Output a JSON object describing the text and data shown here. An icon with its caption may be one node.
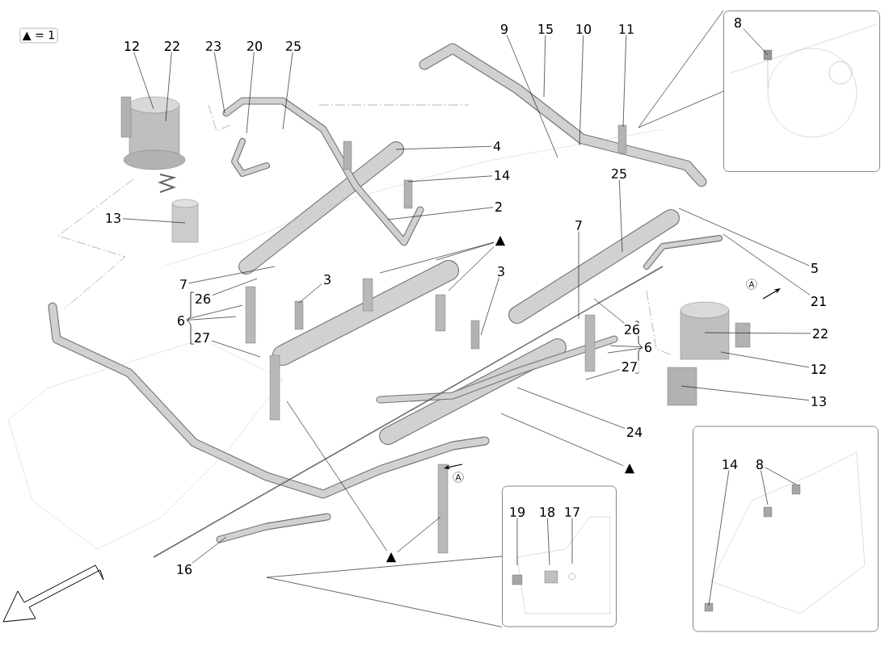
{
  "diagram": {
    "nodes": [
      {
        "text": [
          "▲ = 1"
        ]
      },
      {
        "text": [
          "12"
        ]
      },
      {
        "text": [
          "22"
        ]
      },
      {
        "text": [
          "23"
        ]
      },
      {
        "text": [
          "20"
        ]
      },
      {
        "text": [
          "25"
        ]
      },
      {
        "text": [
          "9"
        ]
      },
      {
        "text": [
          "15"
        ]
      },
      {
        "text": [
          "10"
        ]
      },
      {
        "text": [
          "11"
        ]
      },
      {
        "text": [],
        "shape": "box"
      },
      {
        "text": [
          "8"
        ],
        "in": 10
      },
      {
        "text": [
          "4"
        ]
      },
      {
        "text": [
          "14"
        ]
      },
      {
        "text": [
          "2"
        ]
      },
      {
        "text": [
          "▲"
        ]
      },
      {
        "text": [
          "13"
        ]
      },
      {
        "text": [
          "7"
        ]
      },
      {
        "text": [
          "26"
        ]
      },
      {
        "text": [
          "6"
        ]
      },
      {
        "text": [
          "27"
        ]
      },
      {
        "text": [
          "3"
        ]
      },
      {
        "text": [
          "25"
        ]
      },
      {
        "text": [
          "7"
        ]
      },
      {
        "text": [
          "3"
        ]
      },
      {
        "text": [
          "5"
        ]
      },
      {
        "text": [
          "21"
        ]
      },
      {
        "text": [
          "A"
        ]
      },
      {
        "text": [
          "26"
        ]
      },
      {
        "text": [
          "6"
        ]
      },
      {
        "text": [
          "27"
        ]
      },
      {
        "text": [
          "22"
        ]
      },
      {
        "text": [
          "12"
        ]
      },
      {
        "text": [
          "13"
        ]
      },
      {
        "text": [
          "24"
        ]
      },
      {
        "text": [
          "▲"
        ]
      },
      {
        "text": [
          "▲"
        ]
      },
      {
        "text": [
          "A"
        ]
      },
      {
        "text": [
          "16"
        ]
      },
      {
        "text": [],
        "shape": "box"
      },
      {
        "text": [
          "19"
        ],
        "in": 39
      },
      {
        "text": [
          "18"
        ],
        "in": 39
      },
      {
        "text": [
          "17"
        ],
        "in": 39
      },
      {
        "text": [],
        "shape": "box"
      },
      {
        "text": [
          "14"
        ],
        "in": 43
      },
      {
        "text": [
          "8"
        ],
        "in": 43
      }
    ],
    "edges": [
      {
        "from": 1,
        "to": null,
        "arrow": "none"
      },
      {
        "from": 2,
        "to": null,
        "arrow": "none"
      },
      {
        "from": 3,
        "to": null,
        "arrow": "none"
      },
      {
        "from": 4,
        "to": null,
        "arrow": "none"
      },
      {
        "from": 5,
        "to": null,
        "arrow": "none"
      },
      {
        "from": 6,
        "to": null,
        "arrow": "none"
      },
      {
        "from": 7,
        "to": null,
        "arrow": "none"
      },
      {
        "from": 8,
        "to": null,
        "arrow": "none"
      },
      {
        "from": 9,
        "to": null,
        "arrow": "none"
      },
      {
        "from": 10,
        "to": null,
        "arrow": "none"
      },
      {
        "from": 10,
        "to": null,
        "arrow": "none"
      },
      {
        "from": 11,
        "to": null,
        "arrow": "none"
      },
      {
        "from": 12,
        "to": null,
        "arrow": "none"
      },
      {
        "from": 13,
        "to": null,
        "arrow": "none"
      },
      {
        "from": 14,
        "to": null,
        "arrow": "none"
      },
      {
        "from": 15,
        "to": null,
        "arrow": "none"
      },
      {
        "from": 15,
        "to": null,
        "arrow": "none"
      },
      {
        "from": 15,
        "to": null,
        "arrow": "none"
      },
      {
        "from": 16,
        "to": null,
        "arrow": "none"
      },
      {
        "from": 17,
        "to": null,
        "arrow": "none"
      },
      {
        "from": 18,
        "to": null,
        "arrow": "none"
      },
      {
        "from": 19,
        "to": null,
        "arrow": "none"
      },
      {
        "from": 19,
        "to": null,
        "arrow": "none"
      },
      {
        "from": 20,
        "to": null,
        "arrow": "none"
      },
      {
        "from": 21,
        "to": null,
        "arrow": "none"
      },
      {
        "from": 22,
        "to": null,
        "arrow": "none"
      },
      {
        "from": 23,
        "to": null,
        "arrow": "none"
      },
      {
        "from": 24,
        "to": null,
        "arrow": "none"
      },
      {
        "from": 25,
        "to": null,
        "arrow": "none"
      },
      {
        "from": 26,
        "to": null,
        "arrow": "none"
      },
      {
        "from": 28,
        "to": null,
        "arrow": "none"
      },
      {
        "from": 29,
        "to": null,
        "arrow": "none"
      },
      {
        "from": 29,
        "to": null,
        "arrow": "none"
      },
      {
        "from": 30,
        "to": null,
        "arrow": "none"
      },
      {
        "from": 31,
        "to": null,
        "arrow": "none"
      },
      {
        "from": 32,
        "to": null,
        "arrow": "none"
      },
      {
        "from": 33,
        "to": null,
        "arrow": "none"
      },
      {
        "from": 34,
        "to": null,
        "arrow": "none"
      },
      {
        "from": 35,
        "to": null,
        "arrow": "none"
      },
      {
        "from": 36,
        "to": null,
        "arrow": "none"
      },
      {
        "from": 36,
        "to": null,
        "arrow": "none"
      },
      {
        "from": 38,
        "to": null,
        "arrow": "none"
      },
      {
        "from": 39,
        "to": null,
        "arrow": "none"
      },
      {
        "from": 39,
        "to": null,
        "arrow": "none"
      },
      {
        "from": 40,
        "to": null,
        "arrow": "none"
      },
      {
        "from": 41,
        "to": null,
        "arrow": "none"
      },
      {
        "from": 42,
        "to": null,
        "arrow": "none"
      },
      {
        "from": 44,
        "to": null,
        "arrow": "none"
      },
      {
        "from": 45,
        "to": null,
        "arrow": "none"
      },
      {
        "from": 45,
        "to": null,
        "arrow": "none"
      }
    ]
  }
}
